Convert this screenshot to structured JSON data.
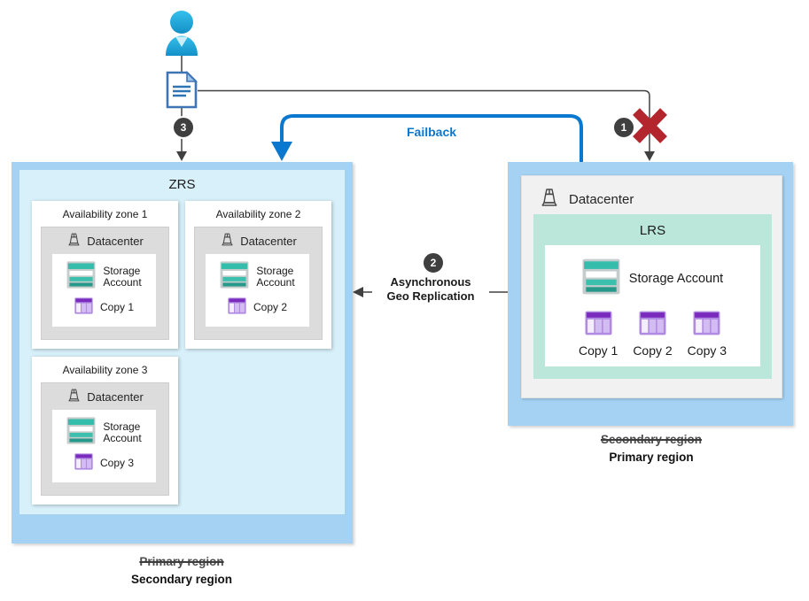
{
  "icons": {
    "user": "person-icon",
    "request": "document-icon",
    "blocked": "red-x-icon",
    "datacenter": "datacenter-building-icon",
    "storage": "storage-account-icon",
    "copy": "table-copy-icon"
  },
  "badges": {
    "step1": "1",
    "step2": "2",
    "step3": "3"
  },
  "labels": {
    "failback": "Failback",
    "replication_line1": "Asynchronous",
    "replication_line2": "Geo Replication"
  },
  "zrs": {
    "title": "ZRS",
    "zones": [
      {
        "label": "Availability zone 1",
        "datacenter_label": "Datacenter",
        "storage_line1": "Storage",
        "storage_line2": "Account",
        "copy_label": "Copy 1"
      },
      {
        "label": "Availability zone 2",
        "datacenter_label": "Datacenter",
        "storage_line1": "Storage",
        "storage_line2": "Account",
        "copy_label": "Copy 2"
      },
      {
        "label": "Availability zone 3",
        "datacenter_label": "Datacenter",
        "storage_line1": "Storage",
        "storage_line2": "Account",
        "copy_label": "Copy 3"
      }
    ],
    "region_old": "Primary region",
    "region_new": "Secondary region"
  },
  "lrs": {
    "datacenter_label": "Datacenter",
    "title": "LRS",
    "storage_label": "Storage Account",
    "copies": [
      "Copy 1",
      "Copy 2",
      "Copy 3"
    ],
    "region_old": "Secondary region",
    "region_new": "Primary region"
  },
  "colors": {
    "region_box_blue": "#a5d2f3",
    "zrs_inner_cyan": "#d8f0fa",
    "lrs_inner_mint": "#bbe7da",
    "accent_blue": "#0b78d0",
    "error_red": "#b3262e",
    "badge_gray": "#3f3f3f",
    "storage_teal": "#35bdab",
    "copy_purple": "#7a2bbd"
  }
}
